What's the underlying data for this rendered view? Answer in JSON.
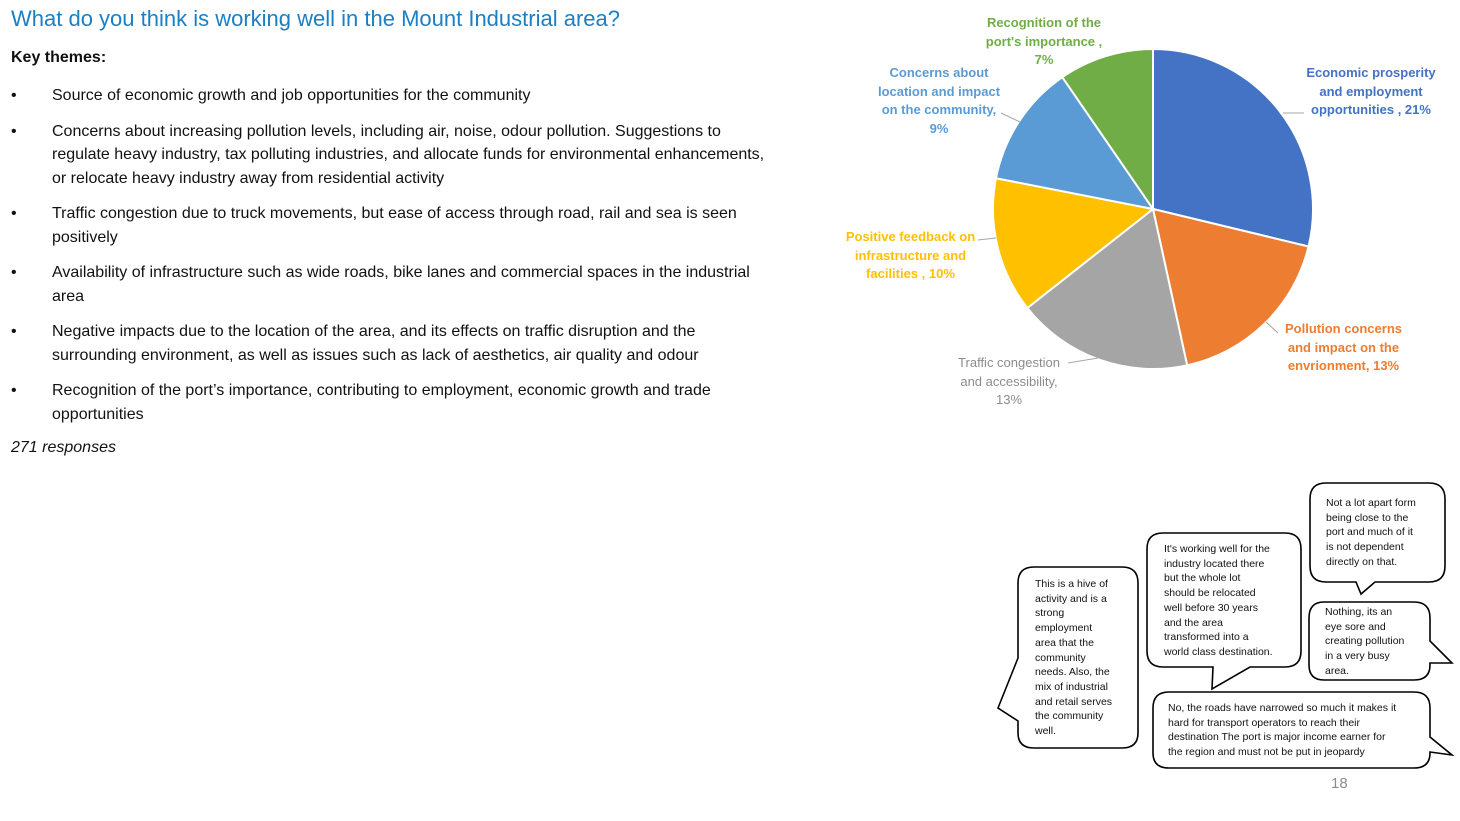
{
  "slide": {
    "title": "What do you think is working well in the Mount Industrial area?",
    "key_label": "Key themes:",
    "bullet_glyph": "•",
    "themes": [
      "Source of economic growth and job opportunities for the community",
      "Concerns about increasing pollution levels, including air, noise, odour pollution. Suggestions to regulate heavy industry, tax polluting industries, and allocate funds for environmental enhancements, or relocate heavy industry away from residential activity",
      "Traffic congestion due to truck movements, but ease of access through road, rail and sea is seen positively",
      "Availability of infrastructure such as wide roads, bike lanes and commercial spaces in the industrial area",
      "Negative impacts due to the location of the area, and its effects on traffic disruption and the surrounding environment, as well as issues such as lack of aesthetics, air quality and odour",
      "Recognition of the port’s importance, contributing to employment, economic growth and trade opportunities"
    ],
    "responses": "271 responses",
    "page_number": "18"
  },
  "chart_data": {
    "type": "pie",
    "start": "12 o'clock, clockwise",
    "slices": [
      {
        "label": "Economic prosperity and employment opportunities , 21%",
        "lines": [
          "Economic prosperity",
          "and employment",
          "opportunities , 21%"
        ],
        "value": 21,
        "color": "#4472c4"
      },
      {
        "label": "Pollution concerns and impact on the envrionment, 13%",
        "lines": [
          "Pollution concerns",
          "and impact on the",
          "envrionment, 13%"
        ],
        "value": 13,
        "color": "#ed7d31"
      },
      {
        "label": "Traffic congestion and accessibility, 13%",
        "lines": [
          "Traffic congestion",
          "and accessibility,",
          "13%"
        ],
        "value": 13,
        "color": "#a5a5a5"
      },
      {
        "label": "Positive feedback on infrastructure and facilities , 10%",
        "lines": [
          "Positive feedback on",
          "infrastructure and",
          "facilities , 10%"
        ],
        "value": 10,
        "color": "#ffc000"
      },
      {
        "label": "Concerns about location and impact on the community, 9%",
        "lines": [
          "Concerns about",
          "location and impact",
          "on the community,",
          "9%"
        ],
        "value": 9,
        "color": "#5b9bd5"
      },
      {
        "label": "Recognition of the port's importance , 7%",
        "lines": [
          "Recognition of the",
          "port's importance ,",
          "7%"
        ],
        "value": 7,
        "color": "#70ad47"
      }
    ]
  },
  "quotes": [
    {
      "id": "hive",
      "lines": [
        "This is a hive of",
        "activity and is a",
        "strong",
        "employment",
        "area that the",
        "community",
        "needs. Also, the",
        "mix of industrial",
        "and retail serves",
        "the community",
        "well."
      ]
    },
    {
      "id": "working",
      "lines": [
        "It's working well for the",
        "industry located there",
        "but the whole lot",
        "should be relocated",
        "well before 30 years",
        "and the area",
        "transformed into a",
        "world class destination."
      ]
    },
    {
      "id": "notalot",
      "lines": [
        "Not a lot apart form",
        "being close to the",
        "port and much of it",
        "is not dependent",
        "directly on that."
      ]
    },
    {
      "id": "nothing",
      "lines": [
        "Nothing, its an",
        "eye sore and",
        "creating pollution",
        "in a very busy",
        "area."
      ]
    },
    {
      "id": "roads",
      "lines": [
        "No, the roads have narrowed so much it makes it",
        "hard for transport operators to reach their",
        "destination The port is major income earner for",
        "the region and must not be put in jeopardy"
      ]
    }
  ]
}
